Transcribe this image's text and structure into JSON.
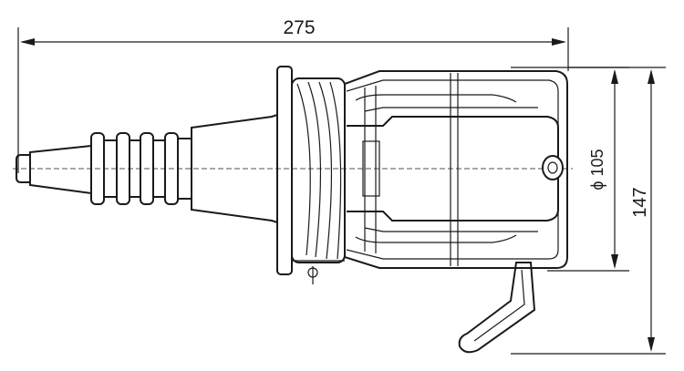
{
  "dimensions": {
    "length": "275",
    "diameter": "ϕ 105",
    "height": "147"
  },
  "drawing": {
    "line_color": "#1a1a1a",
    "background": "#ffffff"
  }
}
